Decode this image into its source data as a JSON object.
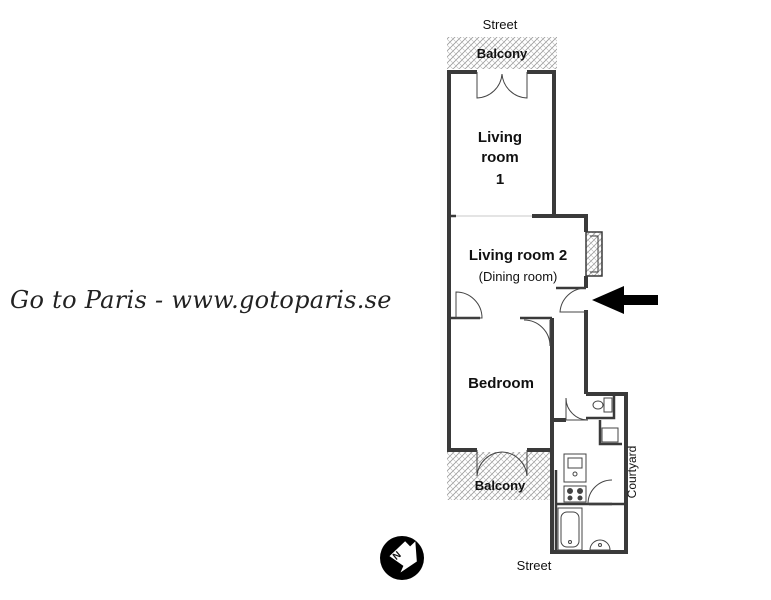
{
  "labels": {
    "street_top": "Street",
    "street_bottom": "Street",
    "balcony_top": "Balcony",
    "balcony_bottom": "Balcony",
    "living_room_1_line1": "Living",
    "living_room_1_line2": "room",
    "living_room_1_line3": "1",
    "living_room_2": "Living room 2",
    "dining_room": "(Dining room)",
    "bedroom": "Bedroom",
    "courtyard": "Courtyard",
    "compass": "N"
  },
  "watermark": "Go to Paris - www.gotoparis.se",
  "colors": {
    "wall": "#3a3a3a",
    "hatch": "#9a9a9a",
    "text": "#111111",
    "arrow": "#000000"
  },
  "icons": {
    "entrance": "entrance-arrow-icon",
    "compass": "north-compass-icon"
  }
}
